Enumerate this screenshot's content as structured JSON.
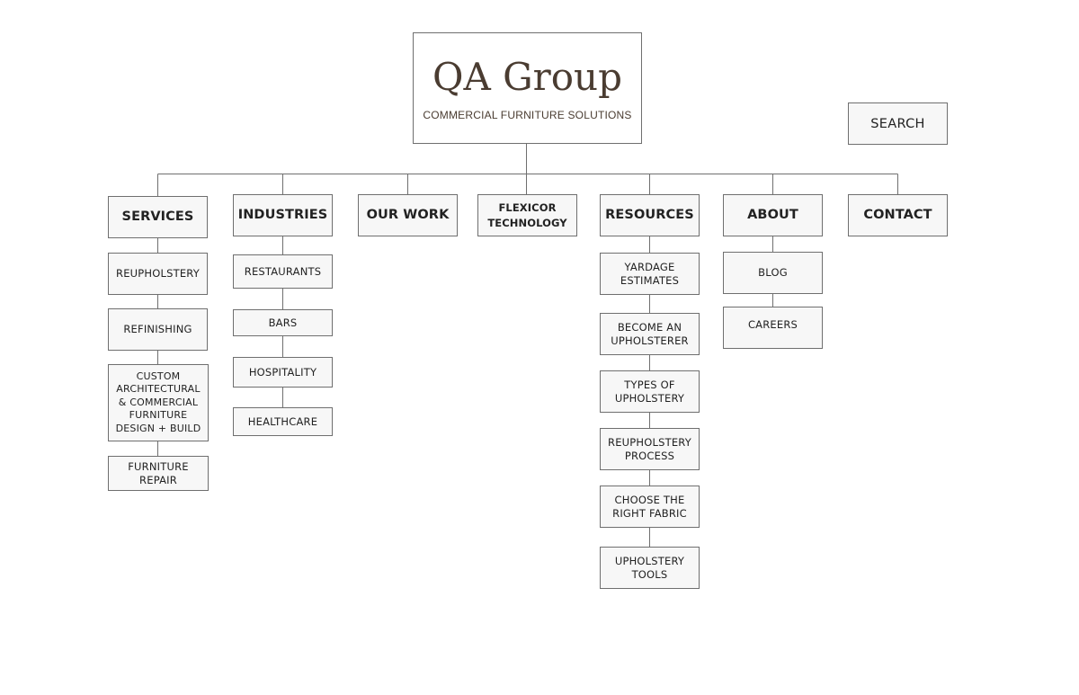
{
  "logo": {
    "title": "QA Group",
    "tagline": "COMMERCIAL FURNITURE SOLUTIONS"
  },
  "search": {
    "label": "SEARCH"
  },
  "nav": {
    "services": {
      "label": "SERVICES",
      "children": [
        "REUPHOLSTERY",
        "REFINISHING",
        "CUSTOM ARCHITECTURAL & COMMERCIAL FURNITURE DESIGN + BUILD",
        "FURNITURE REPAIR"
      ]
    },
    "industries": {
      "label": "INDUSTRIES",
      "children": [
        "RESTAURANTS",
        "BARS",
        "HOSPITALITY",
        "HEALTHCARE"
      ]
    },
    "our_work": {
      "label": "OUR WORK"
    },
    "flexicor": {
      "label": "FLEXICOR TECHNOLOGY"
    },
    "resources": {
      "label": "RESOURCES",
      "children": [
        "YARDAGE ESTIMATES",
        "BECOME AN UPHOLSTERER",
        "TYPES OF UPHOLSTERY",
        "REUPHOLSTERY PROCESS",
        "CHOOSE THE RIGHT FABRIC",
        "UPHOLSTERY TOOLS"
      ]
    },
    "about": {
      "label": "ABOUT",
      "children": [
        "BLOG",
        "CAREERS"
      ]
    },
    "contact": {
      "label": "CONTACT"
    }
  }
}
